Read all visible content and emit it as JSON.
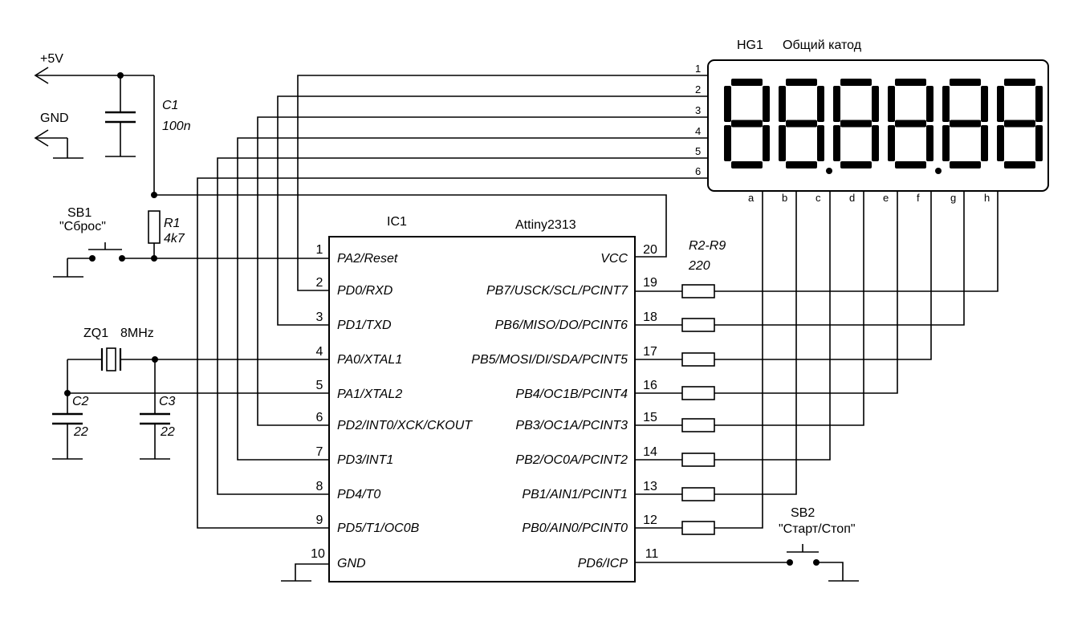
{
  "power": {
    "vcc": "+5V",
    "gnd": "GND"
  },
  "c1": {
    "ref": "C1",
    "value": "100n"
  },
  "r1": {
    "ref": "R1",
    "value": "4k7"
  },
  "sb1": {
    "ref": "SB1",
    "label": "\"Сброс\""
  },
  "zq1": {
    "ref": "ZQ1",
    "freq": "8MHz"
  },
  "c2": {
    "ref": "C2",
    "value": "22"
  },
  "c3": {
    "ref": "C3",
    "value": "22"
  },
  "ic": {
    "ref": "IC1",
    "part": "Attiny2313",
    "left_pins": [
      {
        "num": "1",
        "name": "PA2/Reset"
      },
      {
        "num": "2",
        "name": "PD0/RXD"
      },
      {
        "num": "3",
        "name": "PD1/TXD"
      },
      {
        "num": "4",
        "name": "PA0/XTAL1"
      },
      {
        "num": "5",
        "name": "PA1/XTAL2"
      },
      {
        "num": "6",
        "name": "PD2/INT0/XCK/CKOUT"
      },
      {
        "num": "7",
        "name": "PD3/INT1"
      },
      {
        "num": "8",
        "name": "PD4/T0"
      },
      {
        "num": "9",
        "name": "PD5/T1/OC0B"
      },
      {
        "num": "10",
        "name": "GND"
      }
    ],
    "right_pins": [
      {
        "num": "20",
        "name": "VCC"
      },
      {
        "num": "19",
        "name": "PB7/USCK/SCL/PCINT7"
      },
      {
        "num": "18",
        "name": "PB6/MISO/DO/PCINT6"
      },
      {
        "num": "17",
        "name": "PB5/MOSI/DI/SDA/PCINT5"
      },
      {
        "num": "16",
        "name": "PB4/OC1B/PCINT4"
      },
      {
        "num": "15",
        "name": "PB3/OC1A/PCINT3"
      },
      {
        "num": "14",
        "name": "PB2/OC0A/PCINT2"
      },
      {
        "num": "13",
        "name": "PB1/AIN1/PCINT1"
      },
      {
        "num": "12",
        "name": "PB0/AIN0/PCINT0"
      },
      {
        "num": "11",
        "name": "PD6/ICP"
      }
    ]
  },
  "resistors": {
    "ref": "R2-R9",
    "value": "220"
  },
  "display": {
    "ref": "HG1",
    "type": "Общий катод",
    "common_pins": [
      "1",
      "2",
      "3",
      "4",
      "5",
      "6"
    ],
    "segment_pins": [
      "a",
      "b",
      "c",
      "d",
      "e",
      "f",
      "g",
      "h"
    ]
  },
  "sb2": {
    "ref": "SB2",
    "label": "\"Старт/Стоп\""
  }
}
